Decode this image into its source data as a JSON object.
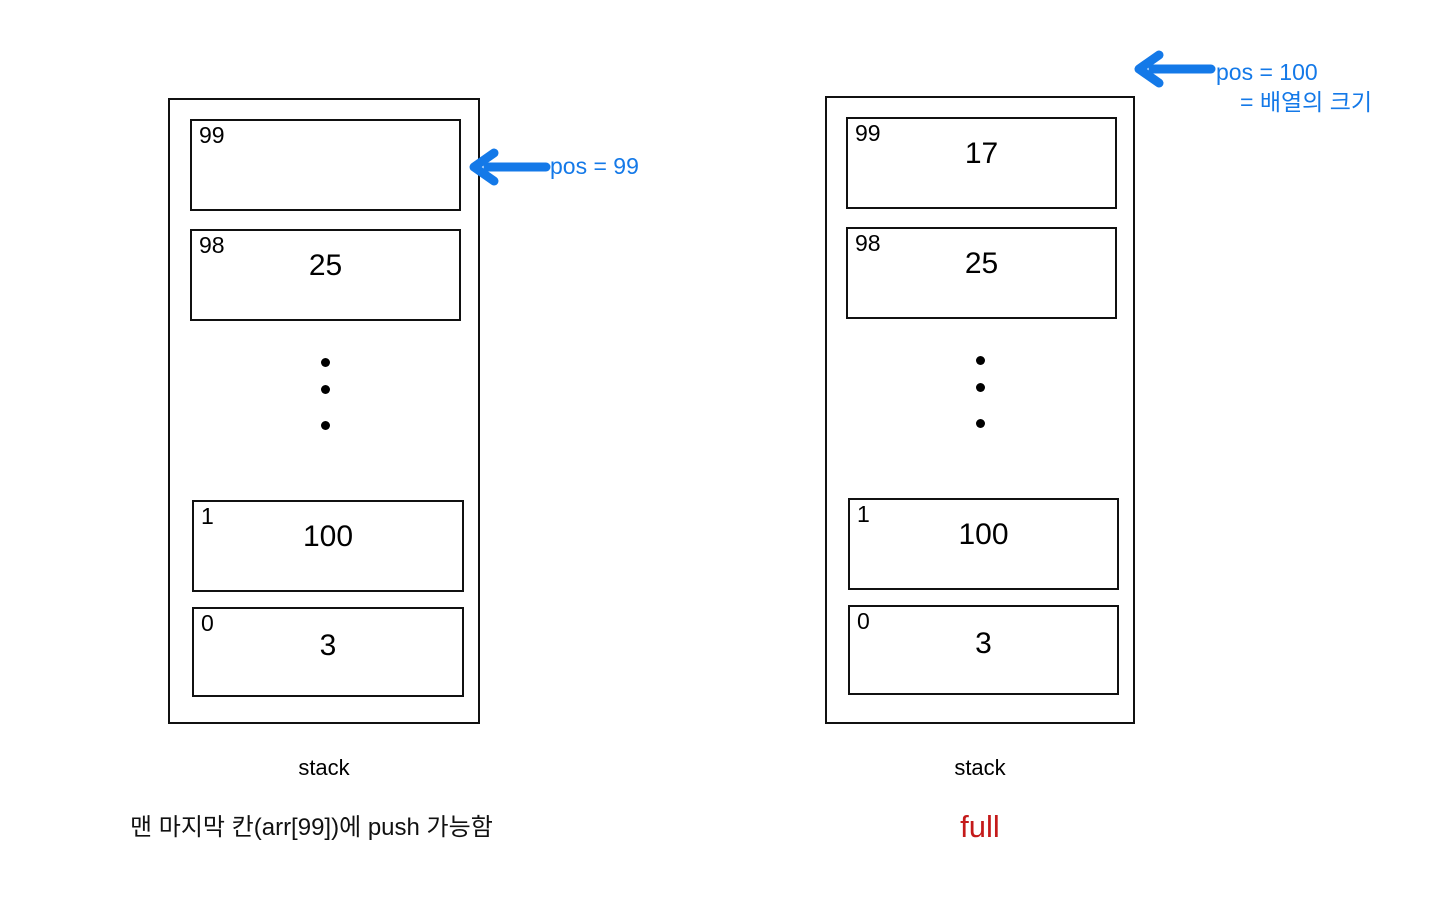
{
  "diagram": {
    "title_text": "",
    "colors": {
      "arrow_blue": "#1479e8",
      "label_blue": "#1479e8",
      "full_red": "#c41a1a",
      "box_stroke": "#111111",
      "background": "#ffffff"
    },
    "panels": [
      {
        "id": "left",
        "stack_label": "stack",
        "note": "맨 마지막 칸(arr[99])에 push 가능함",
        "cells": [
          {
            "index": "99",
            "value": ""
          },
          {
            "index": "98",
            "value": "25"
          },
          {
            "index": "1",
            "value": "100"
          },
          {
            "index": "0",
            "value": "3"
          }
        ],
        "ellipsis_dots": 3,
        "annotation": {
          "icon": "arrow-left-icon",
          "lines": [
            "pos = 99"
          ]
        }
      },
      {
        "id": "right",
        "stack_label": "stack",
        "note": "full",
        "cells": [
          {
            "index": "99",
            "value": "17"
          },
          {
            "index": "98",
            "value": "25"
          },
          {
            "index": "1",
            "value": "100"
          },
          {
            "index": "0",
            "value": "3"
          }
        ],
        "ellipsis_dots": 3,
        "annotation": {
          "icon": "arrow-left-icon",
          "lines": [
            "pos = 100",
            "= 배열의 크기"
          ]
        }
      }
    ]
  }
}
